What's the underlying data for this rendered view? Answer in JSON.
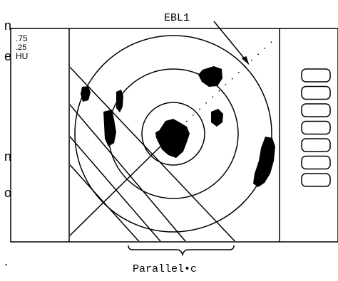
{
  "labels": {
    "ebl": "EBL1",
    "parallel": "Parallel•c"
  },
  "range_readout": {
    "line1": ".75",
    "line2": ".25",
    "line3": "HU"
  },
  "cut_off_text": {
    "left_1": "n",
    "left_2": "e",
    "left_3": "n",
    "left_4": "o",
    "left_5": "."
  },
  "icons": {
    "rings": "range-ring-circles",
    "ebl": "electronic-bearing-line",
    "parallel": "parallel-index-lines",
    "targets": "radar-echo-blobs",
    "softkeys": "side-button-column"
  },
  "softkey_count": 7,
  "colors": {
    "ink": "#000000",
    "paper": "#ffffff"
  }
}
